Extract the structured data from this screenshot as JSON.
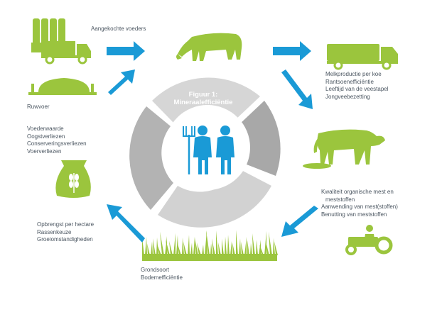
{
  "diagram": {
    "title_line1": "Figuur 1:",
    "title_line2": "Mineraalefficiëntie",
    "labels": {
      "purchased_feed": [
        "Aangekochte voeders"
      ],
      "roughage": [
        "Ruwvoer"
      ],
      "feed_losses": [
        "Voederwaarde",
        "Oogstverliezen",
        "Conserveringsverliezen",
        "Voerverliezen"
      ],
      "milk": [
        "Melkproductie per koe",
        "Rantsoenefficiëntie",
        "Leeftijd van de veestapel",
        "Jongveebezetting"
      ],
      "manure": [
        "Kwaliteit organische mest en",
        "meststoffen",
        "Aanwending van mest(stoffen)",
        "Benutting van meststoffen"
      ],
      "yield": [
        "Opbrengst per hectare",
        "Rassenkeuze",
        "Groeiomstandigheden"
      ],
      "soil": [
        "Grondsoort",
        "Bodemefficiëntie"
      ]
    },
    "colors": {
      "green": "#9bc53d",
      "blue": "#1a9ad6",
      "ring_light": "#d9d9d9",
      "ring_dark": "#a6a6a6",
      "label_text": "#4a5560"
    },
    "icons": [
      "silo-truck-icon",
      "cow-icon",
      "milk-truck-icon",
      "silage-heap-icon",
      "farmers-icon",
      "manure-cow-icon",
      "grain-sack-icon",
      "tractor-icon",
      "grass-icon"
    ]
  }
}
